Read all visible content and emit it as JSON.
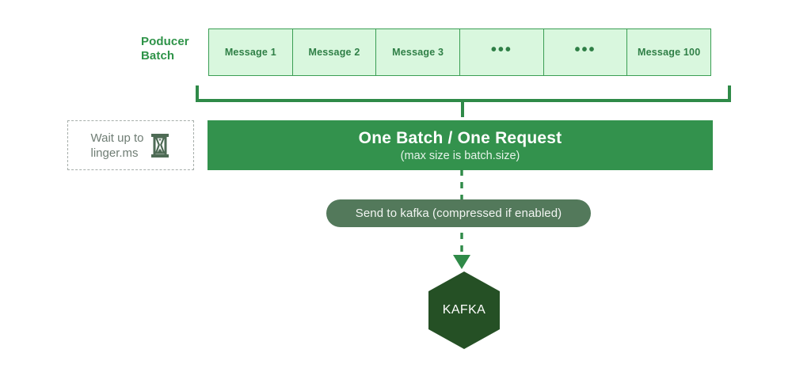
{
  "diagram": {
    "producer": {
      "label": "Poducer\nBatch",
      "messages": [
        {
          "text": "Message 1",
          "kind": "label"
        },
        {
          "text": "Message 2",
          "kind": "label"
        },
        {
          "text": "Message 3",
          "kind": "label"
        },
        {
          "text": "•••",
          "kind": "dots"
        },
        {
          "text": "•••",
          "kind": "dots"
        },
        {
          "text": "Message 100",
          "kind": "label"
        }
      ]
    },
    "linger": {
      "text": "Wait up to\nlinger.ms",
      "icon": "hourglass-icon"
    },
    "batch": {
      "title": "One Batch / One Request",
      "subtitle": "(max size is batch.size)"
    },
    "send": {
      "label": "Send to kafka (compressed if enabled)"
    },
    "kafka": {
      "label": "KAFKA"
    },
    "colors": {
      "bar_green": "#33924d",
      "cell_fill": "#d9f7de",
      "cell_border": "#3b9e54",
      "label_green": "#2e9348",
      "pill_green": "#53795b",
      "hex_green": "#255025",
      "dashed_gray": "#a6aeaa",
      "muted_text": "#6f7d74"
    }
  }
}
